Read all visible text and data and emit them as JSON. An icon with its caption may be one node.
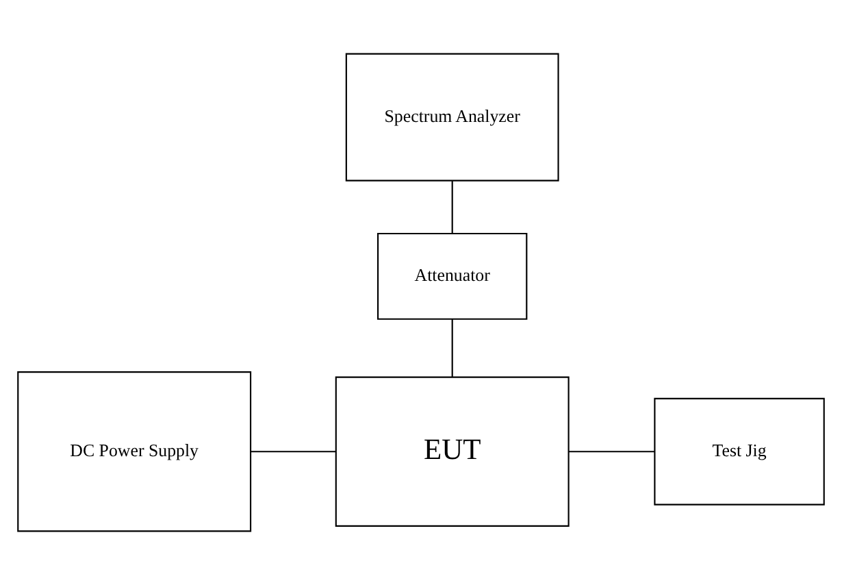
{
  "diagram": {
    "nodes": [
      {
        "text": [
          "Spectrum Analyzer"
        ]
      },
      {
        "text": [
          "Attenuator"
        ]
      },
      {
        "text": [
          "DC Power Supply"
        ]
      },
      {
        "text": [
          "EUT"
        ]
      },
      {
        "text": [
          "Test Jig"
        ]
      }
    ],
    "edges": [
      {
        "from": 0,
        "to": 1,
        "arrow": "none"
      },
      {
        "from": 1,
        "to": 3,
        "arrow": "none"
      },
      {
        "from": 2,
        "to": 3,
        "arrow": "none"
      },
      {
        "from": 3,
        "to": 4,
        "arrow": "none"
      }
    ]
  }
}
